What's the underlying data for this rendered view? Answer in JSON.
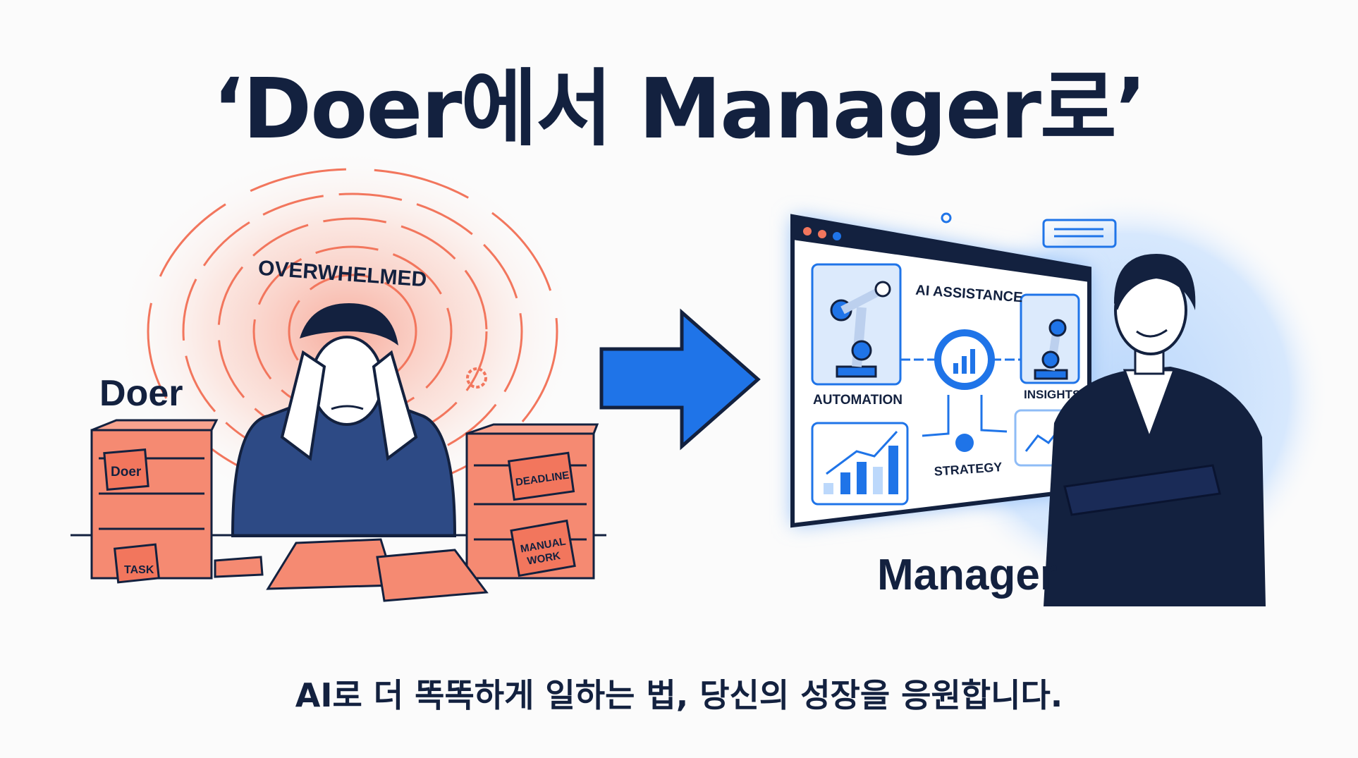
{
  "title": "‘Doer에서 Manager로’",
  "subtitle": "AI로 더 똑똑하게 일하는 법, 당신의 성장을 응원합니다.",
  "doer_side": {
    "label": "Doer",
    "overwhelmed": "OVERWHELMED",
    "notes": [
      "Doer",
      "TASK",
      "DEADLINE",
      "MANUAL",
      "WORK"
    ],
    "accent_color": "#f2765d"
  },
  "manager_side": {
    "label": "Manager",
    "screen": {
      "heading": "AI ASSISTANCE",
      "automation": "AUTOMATION",
      "insights": "INSIGHTS",
      "strategy": "STRATEGY"
    },
    "accent_color": "#1f74e8"
  },
  "arrow_color": "#1f74e8",
  "ink_color": "#13213f"
}
